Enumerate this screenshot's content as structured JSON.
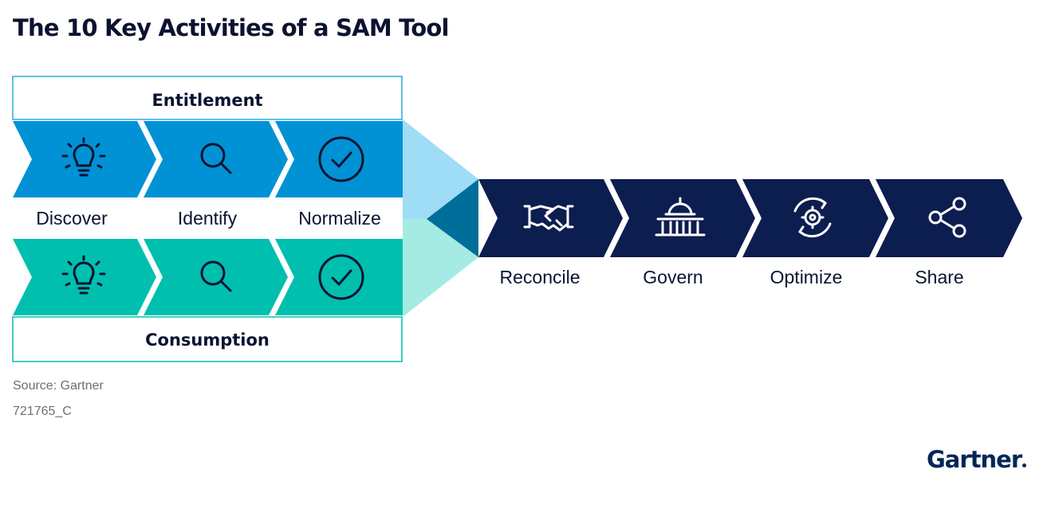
{
  "title": "The 10 Key Activities of a SAM Tool",
  "groups": {
    "entitlement": {
      "label": "Entitlement",
      "steps": [
        "Discover",
        "Identify",
        "Normalize"
      ],
      "icons": [
        "lightbulb-icon",
        "magnifier-icon",
        "checkmark-circle-icon"
      ],
      "color": "#0092d4"
    },
    "consumption": {
      "label": "Consumption",
      "steps": [
        "Discover",
        "Identify",
        "Normalize"
      ],
      "icons": [
        "lightbulb-icon",
        "magnifier-icon",
        "checkmark-circle-icon"
      ],
      "color": "#00bfae"
    }
  },
  "flow": {
    "steps": [
      "Reconcile",
      "Govern",
      "Optimize",
      "Share"
    ],
    "icons": [
      "handshake-icon",
      "capitol-building-icon",
      "gear-cycle-icon",
      "share-icon"
    ],
    "color": "#0c1d4f"
  },
  "footer": {
    "source": "Source: Gartner",
    "code": "721765_C"
  },
  "logo": "Gartner"
}
